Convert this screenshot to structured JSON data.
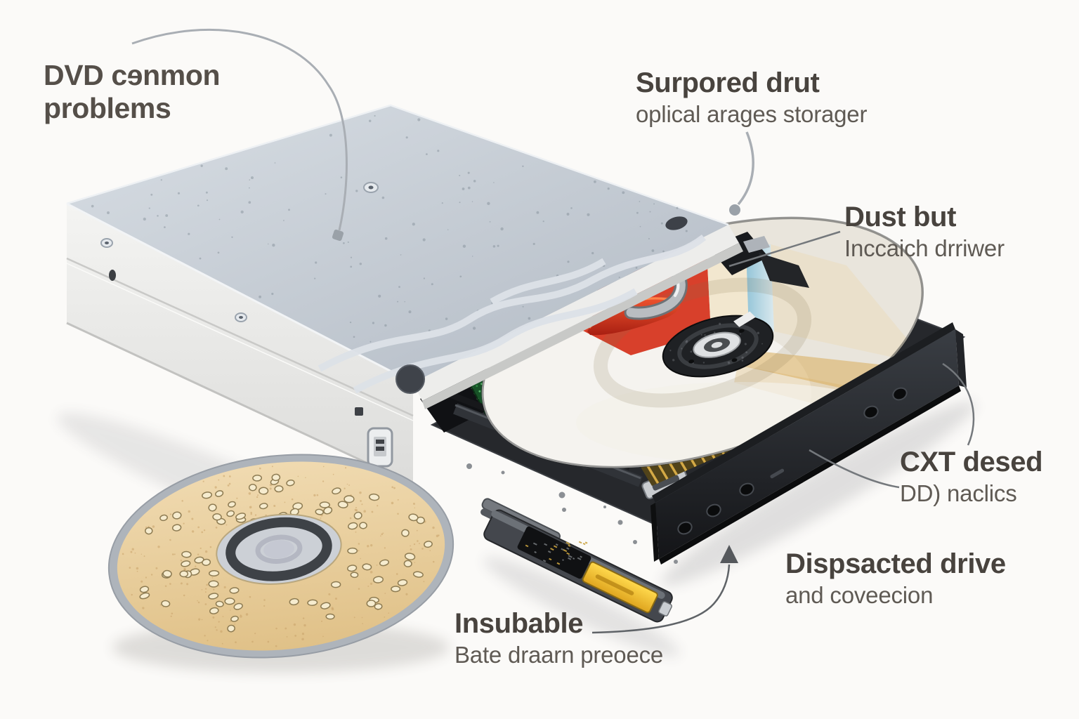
{
  "title": {
    "line1": "DVD cɘnmon",
    "line2": "problems"
  },
  "labels": {
    "supported_drive": {
      "heading": "Surpored drut",
      "sub": "oplical arages storager"
    },
    "dust_tray": {
      "heading": "Dust but",
      "sub": "Inccaich drriwer"
    },
    "ejected_tray": {
      "heading": "CXT desed",
      "sub": "DD) naclics"
    },
    "displaced_drive": {
      "heading": "Dispsacted drive",
      "sub": "and coveecion"
    },
    "unusable_part": {
      "heading": "Insubable",
      "sub": "Bate draarn preoece"
    }
  },
  "colors": {
    "background": "#fbfaf8",
    "heading_text": "#48433e",
    "sub_text": "#5f5a54",
    "connector_light": "#a9aeb4",
    "connector_dark": "#6e7276",
    "case_top": "#c3cbd3",
    "case_face": "#efefed",
    "tray_black": "#212327",
    "disc_label_sand": "#ecd4a2",
    "sticker_yellow": "#f4c431",
    "accent_red": "#d8402b",
    "pcb_green": "#2e7d3e",
    "contact_gold": "#c79f3e"
  }
}
